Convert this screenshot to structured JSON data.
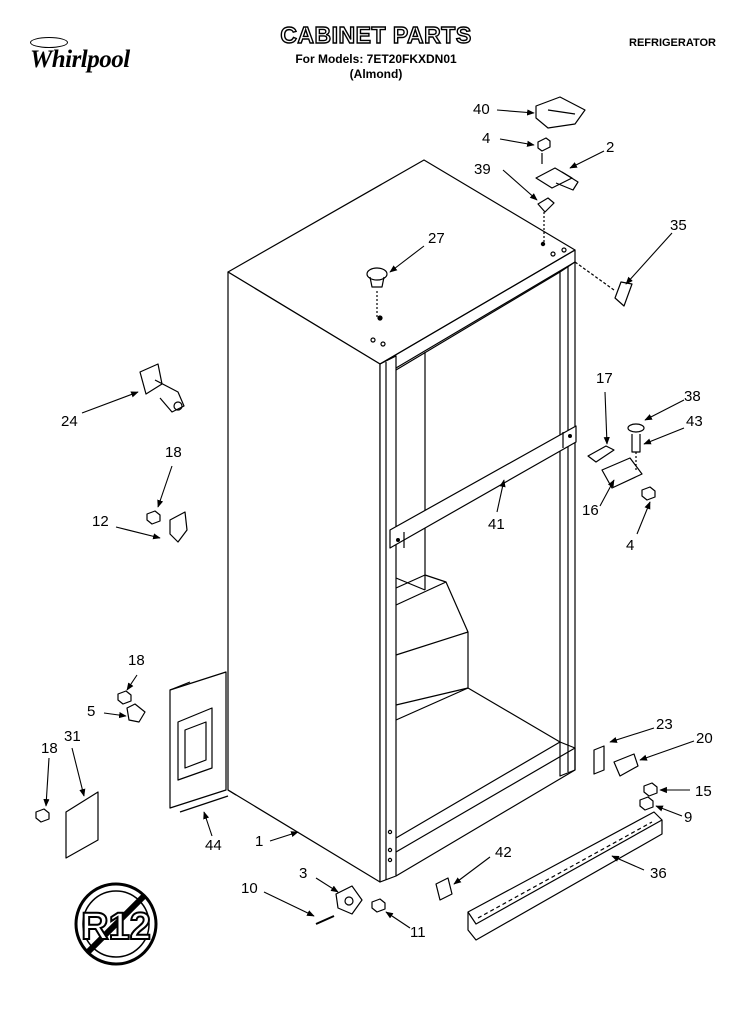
{
  "header": {
    "title": "CABINET PARTS",
    "models_line": "For Models: 7ET20FKXDN01",
    "variant": "(Almond)",
    "category": "REFRIGERATOR",
    "brand": "Whirlpool"
  },
  "badge": "R12",
  "callouts": [
    {
      "id": "40",
      "label": "40"
    },
    {
      "id": "4a",
      "label": "4"
    },
    {
      "id": "2",
      "label": "2"
    },
    {
      "id": "39",
      "label": "39"
    },
    {
      "id": "35",
      "label": "35"
    },
    {
      "id": "27",
      "label": "27"
    },
    {
      "id": "17",
      "label": "17"
    },
    {
      "id": "38",
      "label": "38"
    },
    {
      "id": "43",
      "label": "43"
    },
    {
      "id": "24",
      "label": "24"
    },
    {
      "id": "18a",
      "label": "18"
    },
    {
      "id": "12",
      "label": "12"
    },
    {
      "id": "41",
      "label": "41"
    },
    {
      "id": "16",
      "label": "16"
    },
    {
      "id": "4b",
      "label": "4"
    },
    {
      "id": "18b",
      "label": "18"
    },
    {
      "id": "5",
      "label": "5"
    },
    {
      "id": "23",
      "label": "23"
    },
    {
      "id": "20",
      "label": "20"
    },
    {
      "id": "18c",
      "label": "18"
    },
    {
      "id": "31",
      "label": "31"
    },
    {
      "id": "15",
      "label": "15"
    },
    {
      "id": "9",
      "label": "9"
    },
    {
      "id": "44",
      "label": "44"
    },
    {
      "id": "1",
      "label": "1"
    },
    {
      "id": "42",
      "label": "42"
    },
    {
      "id": "36",
      "label": "36"
    },
    {
      "id": "3",
      "label": "3"
    },
    {
      "id": "10",
      "label": "10"
    },
    {
      "id": "11",
      "label": "11"
    }
  ]
}
